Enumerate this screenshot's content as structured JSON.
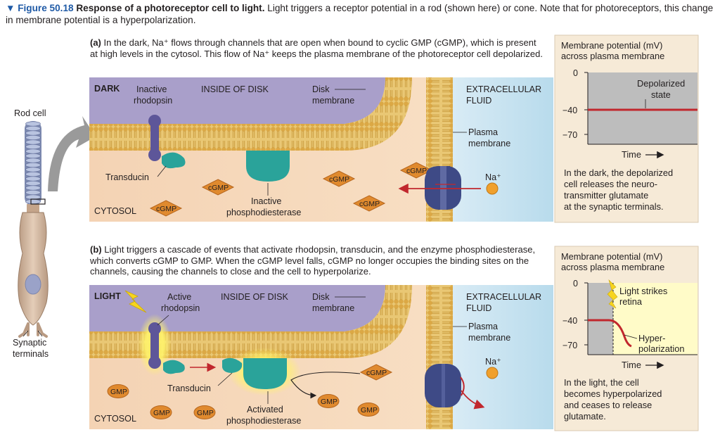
{
  "caption": {
    "figure_label": "▼ Figure 50.18",
    "title": "Response of a photoreceptor cell to light.",
    "text": "Light triggers a receptor potential in a rod (shown here) or cone. Note that for photoreceptors, this change in membrane potential is a hyperpolarization."
  },
  "rod_cell": {
    "label": "Rod cell",
    "terminals_label_line1": "Synaptic",
    "terminals_label_line2": "terminals"
  },
  "panel_a": {
    "letter": "(a)",
    "text": "In the dark, Na⁺ flows through channels that are open when bound to cyclic GMP (cGMP), which is present at high levels in the cytosol. This flow of Na⁺ keeps the plasma membrane of the photoreceptor cell depolarized.",
    "corner_label": "DARK",
    "rhodopsin_line1": "Inactive",
    "rhodopsin_line2": "rhodopsin",
    "inside_disk": "INSIDE OF DISK",
    "disk_membrane_line1": "Disk",
    "disk_membrane_line2": "membrane",
    "extracellular_line1": "EXTRACELLULAR",
    "extracellular_line2": "FLUID",
    "plasma_line1": "Plasma",
    "plasma_line2": "membrane",
    "transducin": "Transducin",
    "pde_line1": "Inactive",
    "pde_line2": "phosphodiesterase",
    "cytosol": "CYTOSOL",
    "molecule": "cGMP",
    "na": "Na⁺",
    "graph": {
      "title_line1": "Membrane potential (mV)",
      "title_line2": "across plasma membrane",
      "y_ticks": [
        "0",
        "−40",
        "−70"
      ],
      "state_line1": "Depolarized",
      "state_line2": "state",
      "x_label": "Time",
      "potential_mV": -40,
      "description": [
        "In the dark, the depolarized",
        "cell releases the neuro-",
        "transmitter glutamate",
        "at the synaptic terminals."
      ]
    }
  },
  "panel_b": {
    "letter": "(b)",
    "text": "Light triggers a cascade of events that activate rhodopsin, transducin, and the enzyme phosphodiesterase, which converts cGMP to GMP. When the cGMP level falls, cGMP no longer occupies the binding sites on the channels, causing the channels to close and the cell to hyperpolarize.",
    "corner_label": "LIGHT",
    "rhodopsin_line1": "Active",
    "rhodopsin_line2": "rhodopsin",
    "inside_disk": "INSIDE OF DISK",
    "disk_membrane_line1": "Disk",
    "disk_membrane_line2": "membrane",
    "extracellular_line1": "EXTRACELLULAR",
    "extracellular_line2": "FLUID",
    "plasma_line1": "Plasma",
    "plasma_line2": "membrane",
    "transducin": "Transducin",
    "pde_line1": "Activated",
    "pde_line2": "phosphodiesterase",
    "cytosol": "CYTOSOL",
    "molecule": "cGMP",
    "product": "GMP",
    "na": "Na⁺",
    "graph": {
      "title_line1": "Membrane potential (mV)",
      "title_line2": "across plasma membrane",
      "y_ticks": [
        "0",
        "−40",
        "−70"
      ],
      "light_line1": "Light strikes",
      "light_line2": "retina",
      "state_line1": "Hyper-",
      "state_line2": "polarization",
      "x_label": "Time",
      "potential_start_mV": -40,
      "potential_end_mV": -70,
      "description": [
        "In the light, the cell",
        "becomes hyperpolarized",
        "and ceases to release",
        "glutamate."
      ]
    }
  },
  "colors": {
    "figure_blue": "#1f5aa6",
    "disk_purple": "#a49ac7",
    "cytosol_peach": "#f7d7b5",
    "extracellular_blue": "#c8e3f0",
    "membrane_gold": "#e2b652",
    "rhodopsin": "#5d5699",
    "transducin_teal": "#2aa39a",
    "cgmp_orange": "#e08a2e",
    "channel_navy": "#3e4a86",
    "trace_red": "#c1272d",
    "graph_gray": "#bdbdbd",
    "light_yellow": "#fffbc8"
  }
}
